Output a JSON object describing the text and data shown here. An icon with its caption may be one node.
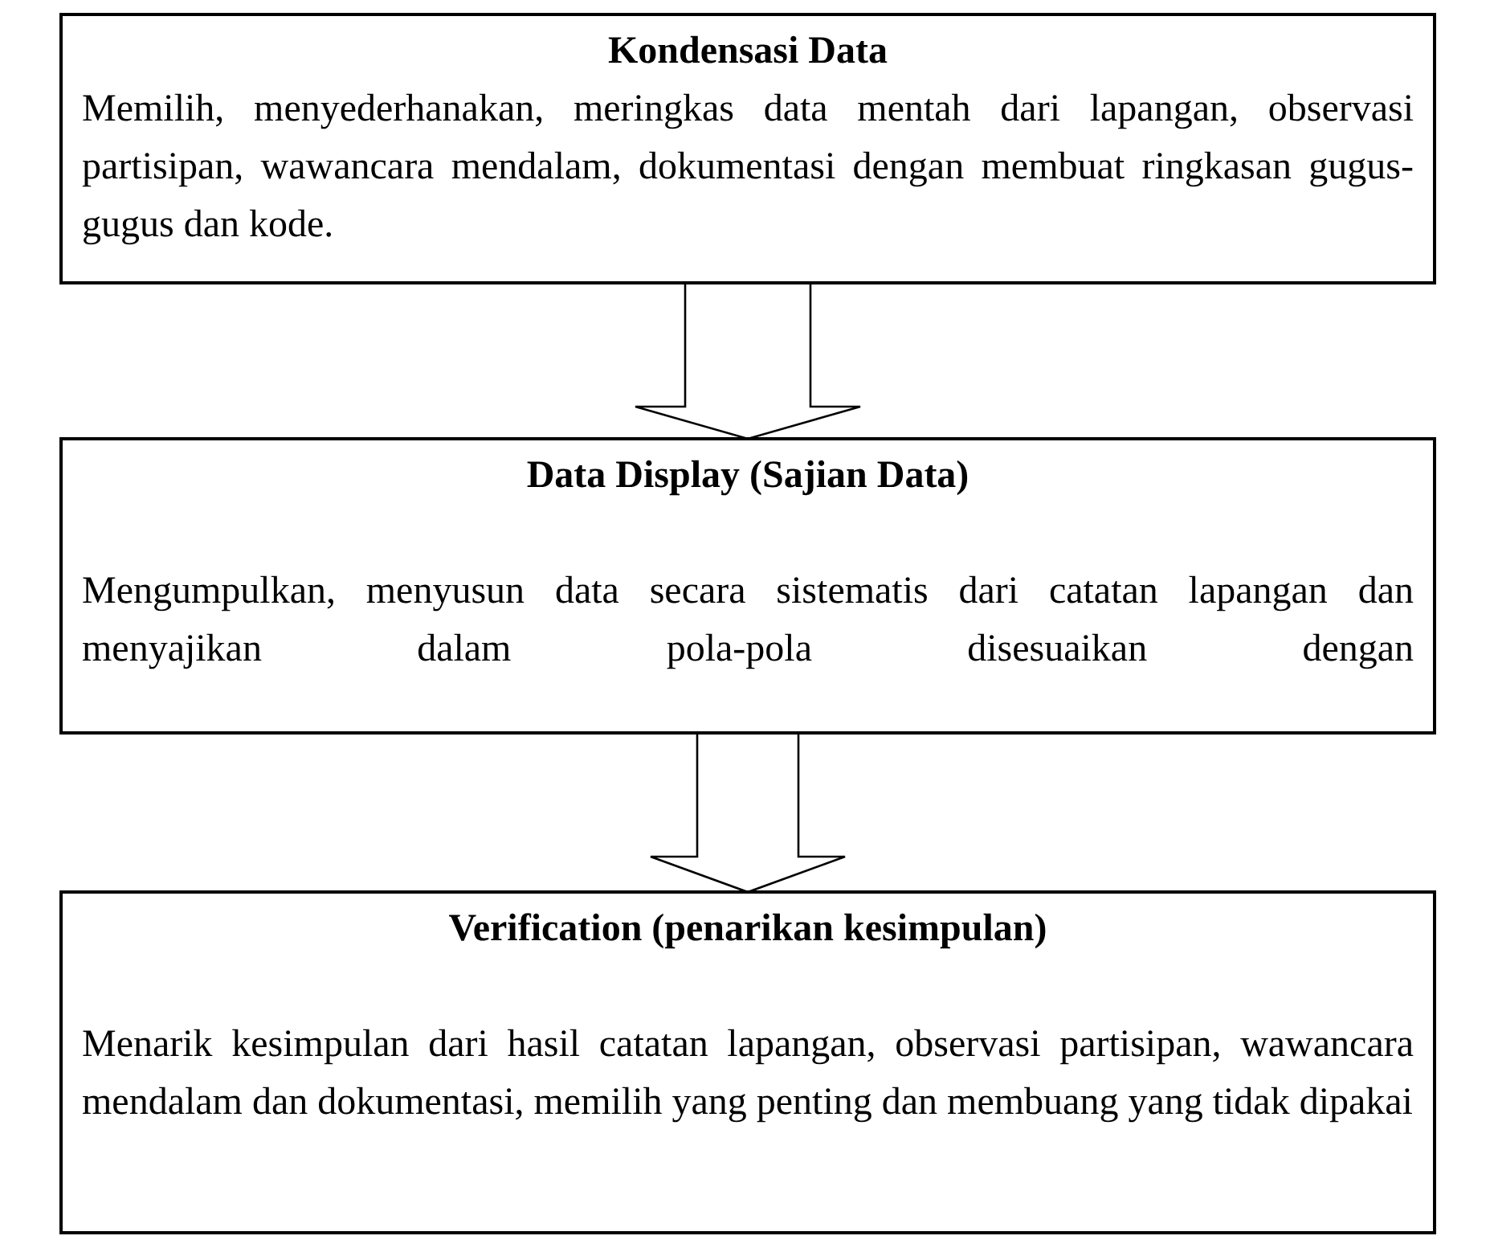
{
  "diagram": {
    "nodes": [
      {
        "text": [
          "Kondensasi Data",
          "Memilih, menyederhanakan, meringkas data mentah dari lapangan, observasi partisipan, wawancara mendalam, dokumentasi dengan membuat ringkasan gugus-gugus dan kode."
        ]
      },
      {
        "text": [
          "Data Display (Sajian Data)",
          "Mengumpulkan, menyusun data secara sistematis dari catatan lapangan dan menyajikan dalam pola-pola disesuaikan dengan"
        ]
      },
      {
        "text": [
          "Verification (penarikan kesimpulan)",
          "Menarik kesimpulan dari hasil catatan lapangan, observasi partisipan, wawancara mendalam dan dokumentasi, memilih yang penting dan membuang yang tidak dipakai"
        ]
      }
    ],
    "edges": [
      {
        "from": 0,
        "to": 1,
        "arrow": "to"
      },
      {
        "from": 1,
        "to": 2,
        "arrow": "to"
      }
    ]
  }
}
